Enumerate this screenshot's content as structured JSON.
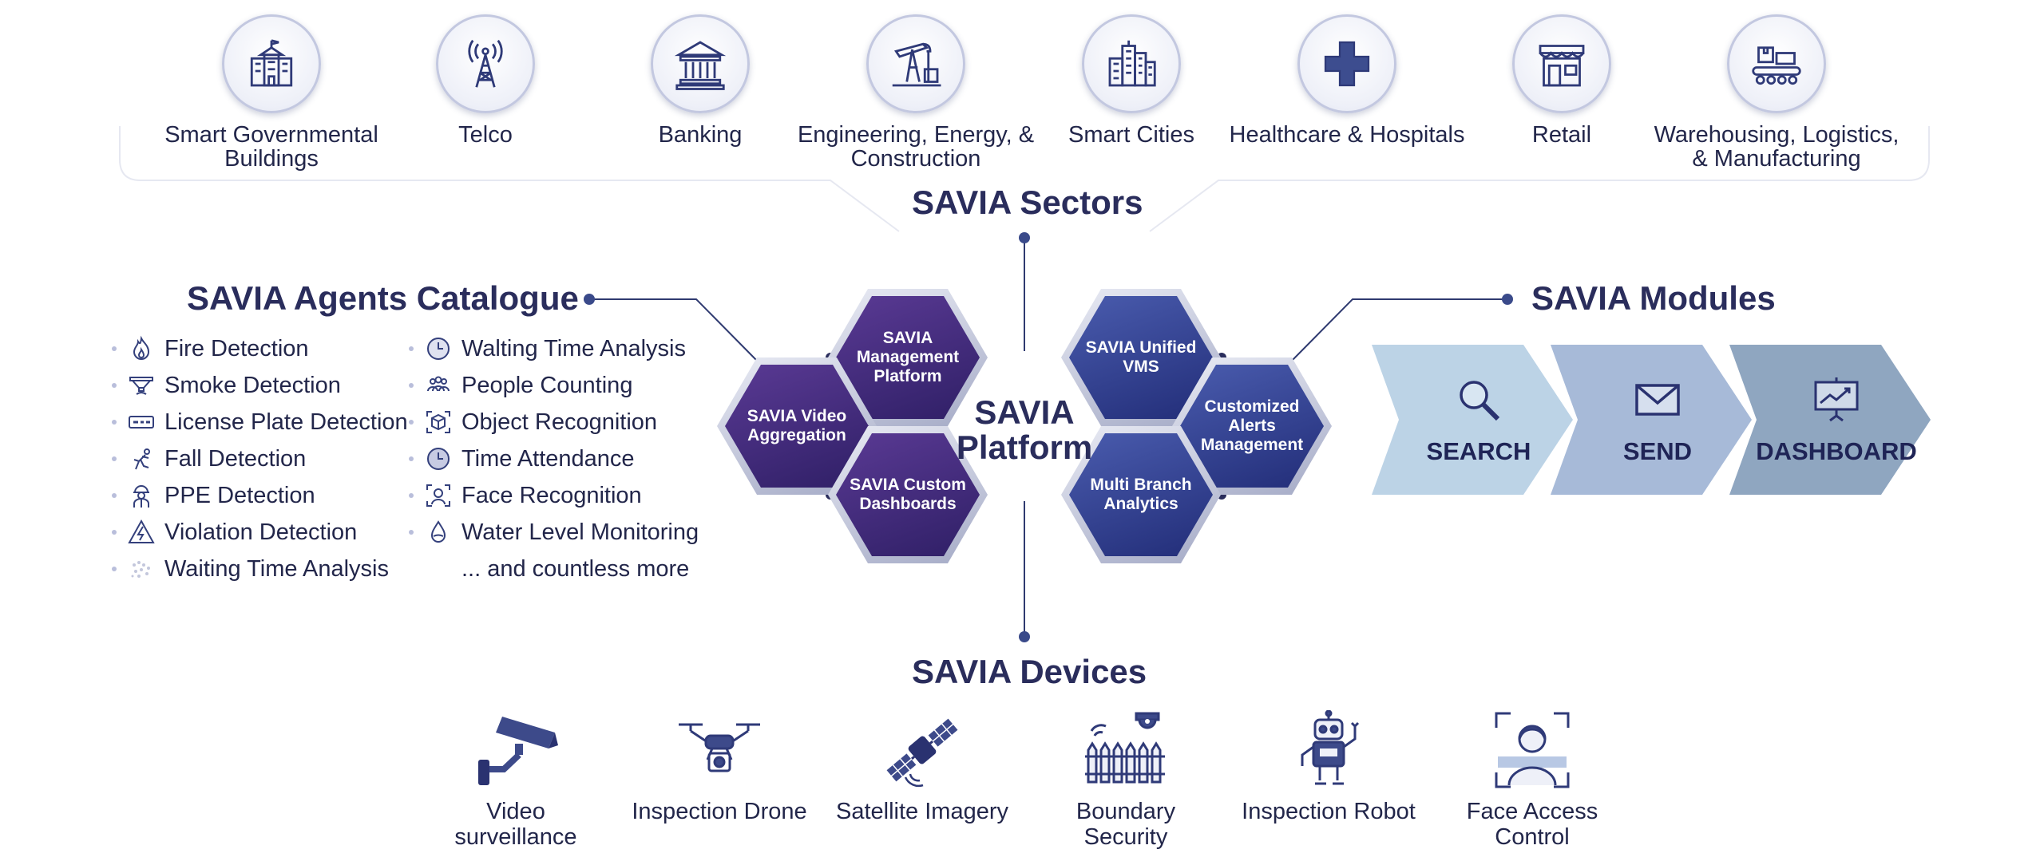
{
  "sectors": {
    "title": "SAVIA Sectors",
    "items": [
      {
        "label": "Smart Governmental Buildings",
        "icon": "government-building-icon"
      },
      {
        "label": "Telco",
        "icon": "telecom-tower-icon"
      },
      {
        "label": "Banking",
        "icon": "bank-icon"
      },
      {
        "label": "Engineering, Energy, & Construction",
        "icon": "oil-pump-icon"
      },
      {
        "label": "Smart Cities",
        "icon": "city-skyline-icon"
      },
      {
        "label": "Healthcare & Hospitals",
        "icon": "medical-cross-icon"
      },
      {
        "label": "Retail",
        "icon": "storefront-icon"
      },
      {
        "label": "Warehousing, Logistics, & Manufacturing",
        "icon": "conveyor-boxes-icon"
      }
    ]
  },
  "agents": {
    "title": "SAVIA Agents Catalogue",
    "col1": [
      {
        "label": "Fire Detection",
        "icon": "flame-icon"
      },
      {
        "label": "Smoke Detection",
        "icon": "smoke-detector-icon"
      },
      {
        "label": "License Plate Detection",
        "icon": "license-plate-icon"
      },
      {
        "label": "Fall Detection",
        "icon": "falling-person-icon"
      },
      {
        "label": "PPE Detection",
        "icon": "hardhat-worker-icon"
      },
      {
        "label": "Violation Detection",
        "icon": "warning-triangle-icon"
      },
      {
        "label": "Waiting Time Analysis",
        "icon": "dotted-cluster-icon"
      }
    ],
    "col2": [
      {
        "label": "Walting Time Analysis",
        "icon": "clock-icon"
      },
      {
        "label": "People Counting",
        "icon": "people-group-icon"
      },
      {
        "label": "Object Recognition",
        "icon": "object-scan-icon"
      },
      {
        "label": "Time Attendance",
        "icon": "clock-icon"
      },
      {
        "label": "Face Recognition",
        "icon": "face-scan-icon"
      },
      {
        "label": "Water Level Monitoring",
        "icon": "water-drop-icon"
      }
    ],
    "more": "... and countless more"
  },
  "platform": {
    "center_label": "SAVIA Platform",
    "hexagons": [
      {
        "label": "SAVIA Management Platform"
      },
      {
        "label": "SAVIA Video Aggregation"
      },
      {
        "label": "SAVIA Custom Dashboards"
      },
      {
        "label": "SAVIA Unified VMS"
      },
      {
        "label": "Customized Alerts Management"
      },
      {
        "label": "Multi Branch Analytics"
      }
    ]
  },
  "modules": {
    "title": "SAVIA Modules",
    "items": [
      {
        "label": "SEARCH",
        "icon": "magnifier-icon"
      },
      {
        "label": "SEND",
        "icon": "envelope-icon"
      },
      {
        "label": "DASHBOARD",
        "icon": "presentation-chart-icon"
      }
    ]
  },
  "devices": {
    "title": "SAVIA Devices",
    "items": [
      {
        "label": "Video surveillance",
        "icon": "cctv-camera-icon"
      },
      {
        "label": "Inspection Drone",
        "icon": "drone-icon"
      },
      {
        "label": "Satellite Imagery",
        "icon": "satellite-icon"
      },
      {
        "label": "Boundary Security",
        "icon": "fence-camera-icon"
      },
      {
        "label": "Inspection Robot",
        "icon": "robot-icon"
      },
      {
        "label": "Face Access Control",
        "icon": "face-frame-icon"
      }
    ]
  },
  "colors": {
    "navy_text": "#2a2d5c",
    "purple_hex": "#3b2577",
    "blue_hex": "#2c3a8c",
    "module_light": "#bcd3e6",
    "module_mid": "#a7bad8",
    "module_dark": "#8fa6c0",
    "connector": "#2f3a70"
  }
}
